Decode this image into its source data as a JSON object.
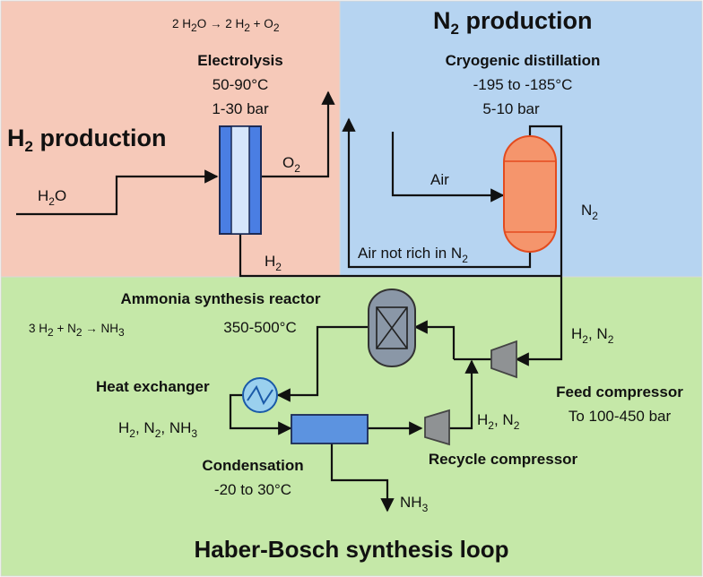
{
  "colors": {
    "h2_region": "#f6c9b9",
    "n2_region": "#b6d4f1",
    "hb_region": "#c5e8a8",
    "h2_title": "#ee3b1e",
    "n2_title": "#2f46e0",
    "hb_title": "#3fbf28",
    "electrolyzer": "#4a7ee3",
    "distillation": "#f5956c",
    "reactor": "#8a97a7",
    "condenser": "#5c93e0",
    "compressor": "#8f9294",
    "heat_exchanger": "#9ad0ee"
  },
  "regions": {
    "h2": {
      "title_main": "H",
      "title_sub": "2",
      "title_rest": " production"
    },
    "n2": {
      "title_main": "N",
      "title_sub": "2",
      "title_rest": " production"
    },
    "hb": {
      "title": "Haber-Bosch synthesis loop"
    }
  },
  "equations": {
    "electrolysis": [
      "2 H",
      "2",
      "O ",
      "→",
      " 2 H",
      "2",
      " + O",
      "2"
    ],
    "ammonia": [
      "3 H",
      "2",
      " + N",
      "2",
      " ",
      "→",
      " NH",
      "3"
    ]
  },
  "units": {
    "electrolysis": {
      "name": "Electrolysis",
      "temp": "50-90°C",
      "pressure": "1-30 bar"
    },
    "cryogenic": {
      "name": "Cryogenic distillation",
      "temp": "-195 to -185°C",
      "pressure": "5-10 bar"
    },
    "reactor": {
      "name": "Ammonia synthesis reactor",
      "temp": "350-500°C"
    },
    "heat_exchanger": {
      "name": "Heat exchanger"
    },
    "condensation": {
      "name": "Condensation",
      "temp": "-20 to 30°C"
    },
    "recycle_compressor": {
      "name": "Recycle compressor"
    },
    "feed_compressor": {
      "name": "Feed compressor",
      "pressure": "To 100-450 bar"
    }
  },
  "streams": {
    "h2o": {
      "main": "H",
      "sub": "2",
      "rest": "O"
    },
    "o2": {
      "main": "O",
      "sub": "2"
    },
    "h2": {
      "main": "H",
      "sub": "2"
    },
    "air": {
      "text": "Air"
    },
    "n2": {
      "main": "N",
      "sub": "2"
    },
    "air_not_rich": {
      "main": "Air not rich in N",
      "sub": "2"
    },
    "h2_n2_feed": [
      "H",
      "2",
      ", N",
      "2"
    ],
    "h2_n2_recycle": [
      "H",
      "2",
      ", N",
      "2"
    ],
    "h2_n2_nh3": [
      "H",
      "2",
      ", N",
      "2",
      ", NH",
      "3"
    ],
    "nh3": {
      "main": "NH",
      "sub": "3"
    }
  }
}
